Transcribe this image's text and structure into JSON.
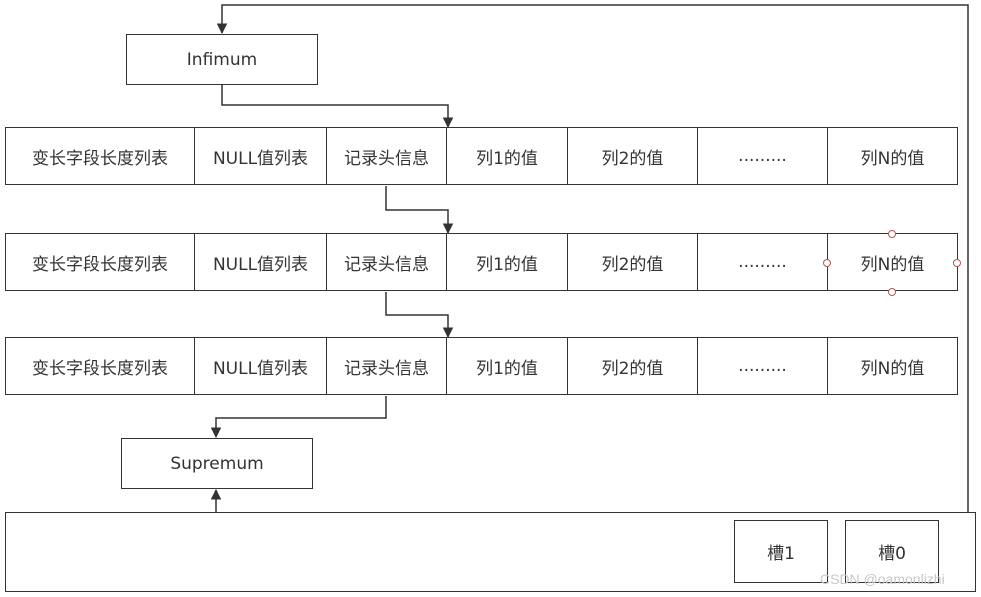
{
  "nodes": {
    "infimum": "Infimum",
    "supremum": "Supremum"
  },
  "record_fields": [
    "变长字段长度列表",
    "NULL值列表",
    "记录头信息",
    "列1的值",
    "列2的值",
    ".........",
    "列N的值"
  ],
  "slots": {
    "slot1": "槽1",
    "slot0": "槽0"
  },
  "watermark": "CSDN @oamonlizhi",
  "colors": {
    "stroke": "#333333",
    "selection_handle": "#b85450"
  }
}
